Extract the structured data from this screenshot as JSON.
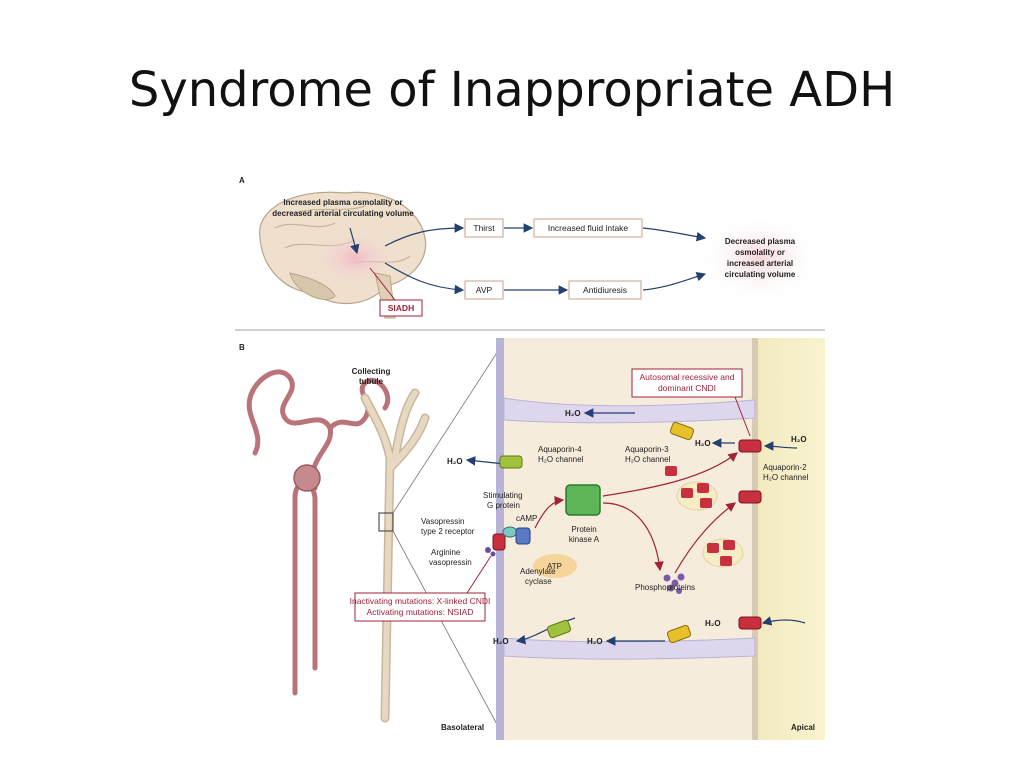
{
  "slide": {
    "title": "Syndrome of Inappropriate ADH"
  },
  "panel_a": {
    "letter": "A",
    "stimulus": [
      "Increased plasma osmolality or",
      "decreased arterial circulating volume"
    ],
    "thirst": "Thirst",
    "fluid_intake": "Increased fluid intake",
    "avp": "AVP",
    "antidiuresis": "Antidiuresis",
    "siadh": "SIADH",
    "outcome": [
      "Decreased plasma",
      "osmolality or",
      "increased arterial",
      "circulating volume"
    ]
  },
  "panel_b": {
    "letter": "B",
    "collecting_tubule": [
      "Collecting",
      "tubule"
    ],
    "cndi_box": [
      "Autosomal recessive and",
      "dominant CNDI"
    ],
    "h2o": "H₂O",
    "aquaporin4": [
      "Aquaporin-4",
      "H₂O channel"
    ],
    "aquaporin3": [
      "Aquaporin-3",
      "H₂O channel"
    ],
    "aquaporin2": [
      "Aquaporin-2",
      "H₂O channel"
    ],
    "g_protein": [
      "Stimulating",
      "G protein"
    ],
    "camp": "cAMP",
    "protein_kinase": [
      "Protein",
      "kinase A"
    ],
    "v2_receptor": [
      "Vasopressin",
      "type 2 receptor"
    ],
    "arginine_vasopressin": [
      "Arginine",
      "vasopressin"
    ],
    "adenylate_cyclase": [
      "Adenylate",
      "cyclase"
    ],
    "atp": "ATP",
    "phosphoproteins": "Phosphoproteins",
    "mutation_box": [
      "Inactivating mutations: X-linked CNDI",
      "Activating mutations: NSIAD"
    ],
    "basolateral": "Basolateral",
    "apical": "Apical"
  },
  "colors": {
    "label_red": "#a0233a",
    "arrow_blue": "#24406e",
    "cell_bg": "#f6ecdc",
    "apical_bg": "#f7f2c2"
  }
}
